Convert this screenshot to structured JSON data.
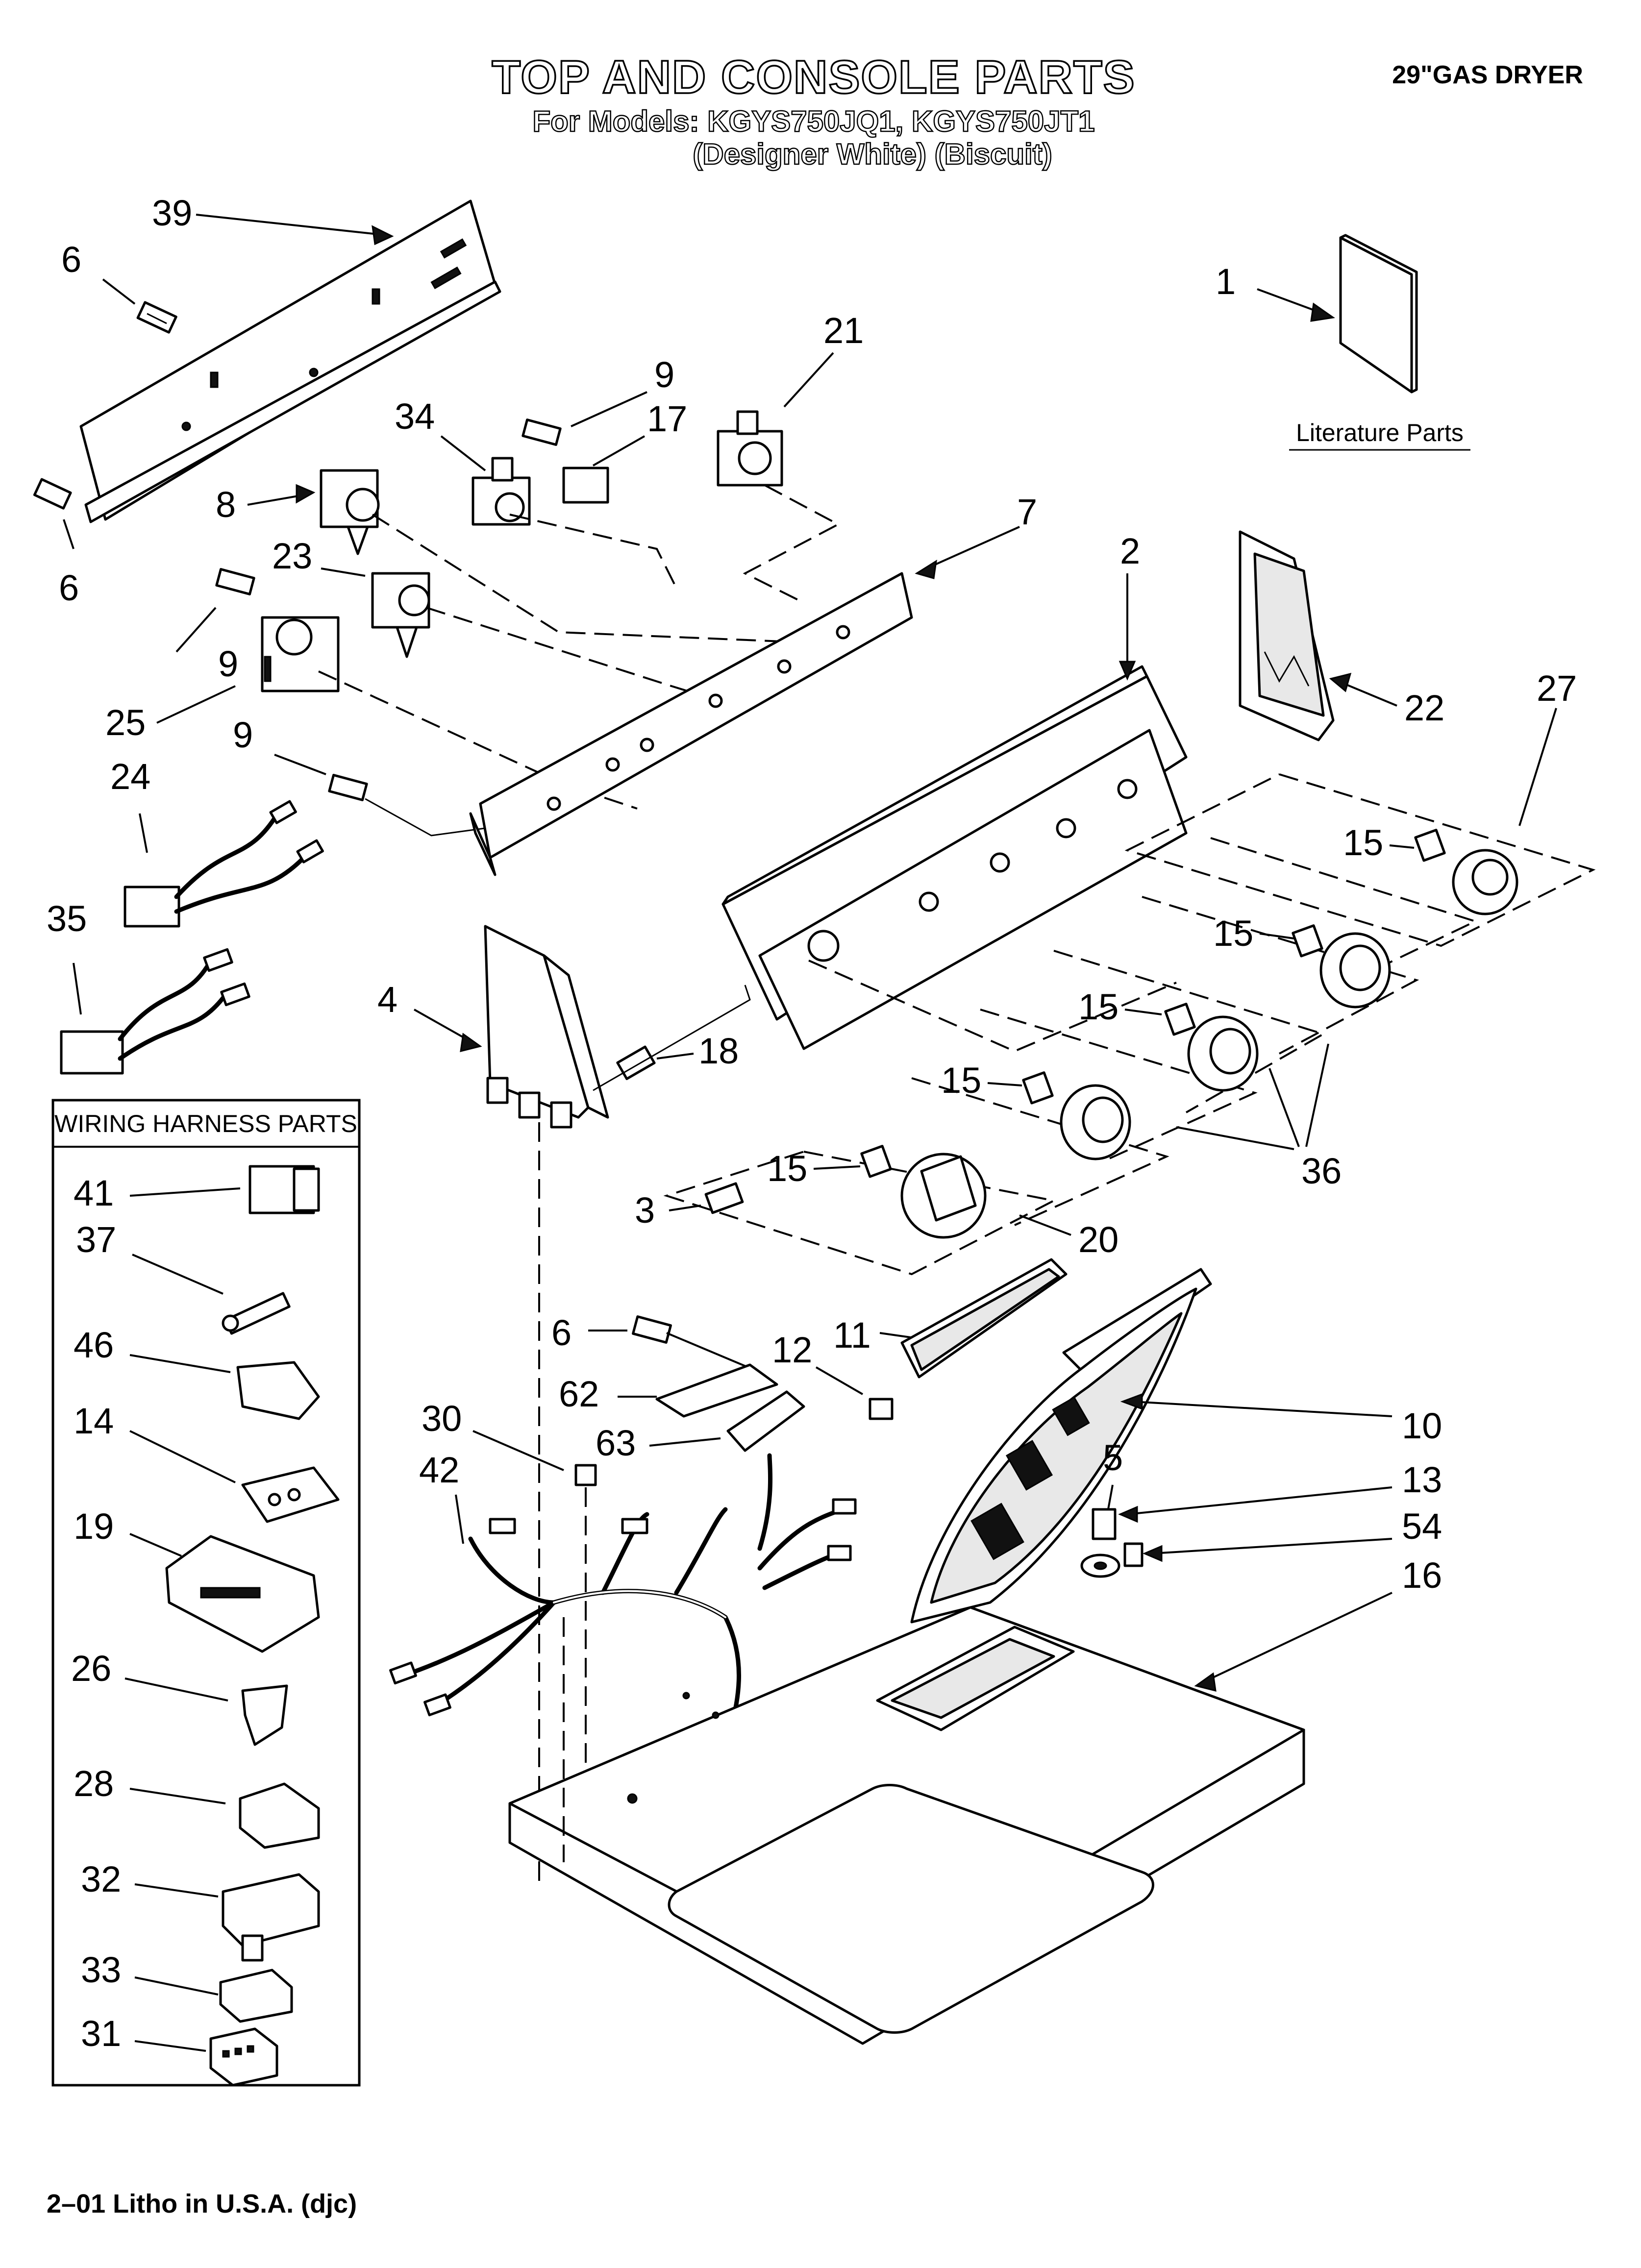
{
  "header": {
    "title": "TOP AND CONSOLE PARTS",
    "models_line": "For Models: KGYS750JQ1, KGYS750JT1",
    "colors_line": "(Designer White)  (Biscuit)",
    "product": "29\"GAS DRYER"
  },
  "literature": {
    "label": "Literature Parts"
  },
  "harness_box": {
    "title": "WIRING HARNESS PARTS"
  },
  "callouts": {
    "c39": "39",
    "c6a": "6",
    "c6b": "6",
    "c6c": "6",
    "c1": "1",
    "c21": "21",
    "c9a": "9",
    "c9b": "9",
    "c9c": "9",
    "c17": "17",
    "c34": "34",
    "c8": "8",
    "c7": "7",
    "c2": "2",
    "c23": "23",
    "c22": "22",
    "c27": "27",
    "c25": "25",
    "c24": "24",
    "c35": "35",
    "c4": "4",
    "c18": "18",
    "c15a": "15",
    "c15b": "15",
    "c15c": "15",
    "c15d": "15",
    "c15e": "15",
    "c36": "36",
    "c3": "3",
    "c20": "20",
    "c11": "11",
    "c12": "12",
    "c62": "62",
    "c63": "63",
    "c30": "30",
    "c42": "42",
    "c10": "10",
    "c5": "5",
    "c13": "13",
    "c54": "54",
    "c16": "16",
    "h41": "41",
    "h37": "37",
    "h46": "46",
    "h14": "14",
    "h19": "19",
    "h26": "26",
    "h28": "28",
    "h32": "32",
    "h33": "33",
    "h31": "31"
  },
  "footer": {
    "litho": "2–01 Litho in U.S.A. (djc)"
  }
}
